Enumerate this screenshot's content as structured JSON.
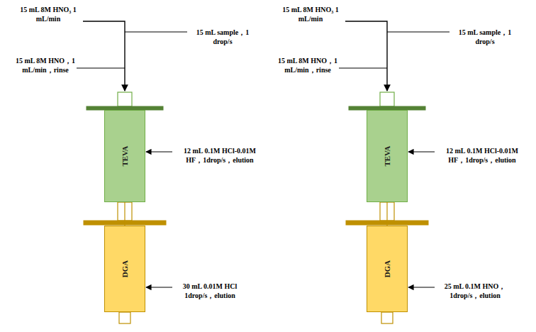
{
  "diagram": {
    "nodes": [
      {
        "text": [
          "TEVA"
        ]
      },
      {
        "text": [
          "DGA"
        ]
      },
      {
        "text": [
          "TEVA"
        ]
      },
      {
        "text": [
          "DGA"
        ]
      }
    ],
    "edges": [
      {
        "from": 0,
        "to": 1,
        "arrow": "none"
      },
      {
        "from": 2,
        "to": 3,
        "arrow": "none"
      }
    ],
    "labels": [
      "15 mL 8M HNO₃ 1 mL/min",
      "15 mL sample，1 drop/s",
      "15 mL 8M HNO，1 mL/min，rinse",
      "12 mL 0.1M HCl-0.01M HF，1drop/s，elution",
      "30 mL 0.01M HCl 1drop/s，elution",
      "15 mL 8M HNO₃ 1 mL/min",
      "15 mL sample，1 drop/s",
      "15 mL 8M HNO，1 mL/min，rinse",
      "12 mL 0.1M HCl-0.01M HF，1drop/s，elution",
      "25 mL 0.1M HNO，1drop/s，elution"
    ]
  }
}
